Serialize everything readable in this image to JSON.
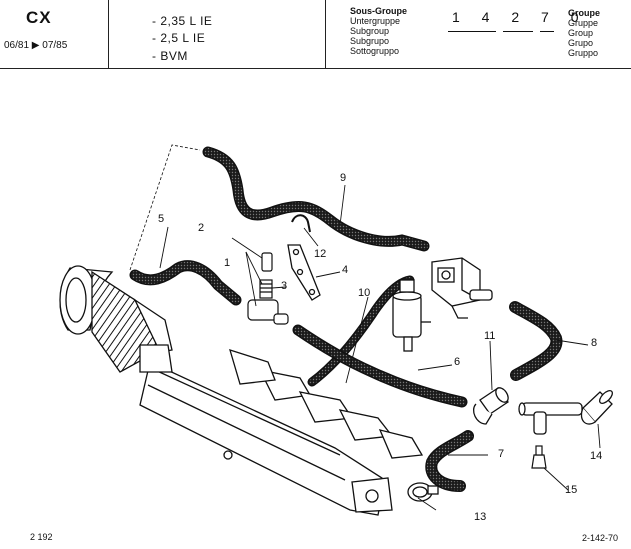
{
  "header": {
    "model": "CX",
    "dates": "06/81 ▶ 07/85",
    "engines": [
      "- 2,35 L IE",
      "- 2,5 L IE",
      "- BVM"
    ],
    "subgroup_labels": [
      "Sous-Groupe",
      "Untergruppe",
      "Subgroup",
      "Subgrupo",
      "Sottogruppo"
    ],
    "group_labels": [
      "Groupe",
      "Gruppe",
      "Group",
      "Grupo",
      "Gruppo"
    ],
    "code": "1 4 2 7 0"
  },
  "callouts": {
    "c1": "1",
    "c2": "2",
    "c3": "3",
    "c4": "4",
    "c5": "5",
    "c6": "6",
    "c7": "7",
    "c8": "8",
    "c9": "9",
    "c10": "10",
    "c11": "11",
    "c12": "12",
    "c13": "13",
    "c14": "14",
    "c15": "15"
  },
  "footer": {
    "left": "2 192",
    "right": "2-142-70"
  }
}
